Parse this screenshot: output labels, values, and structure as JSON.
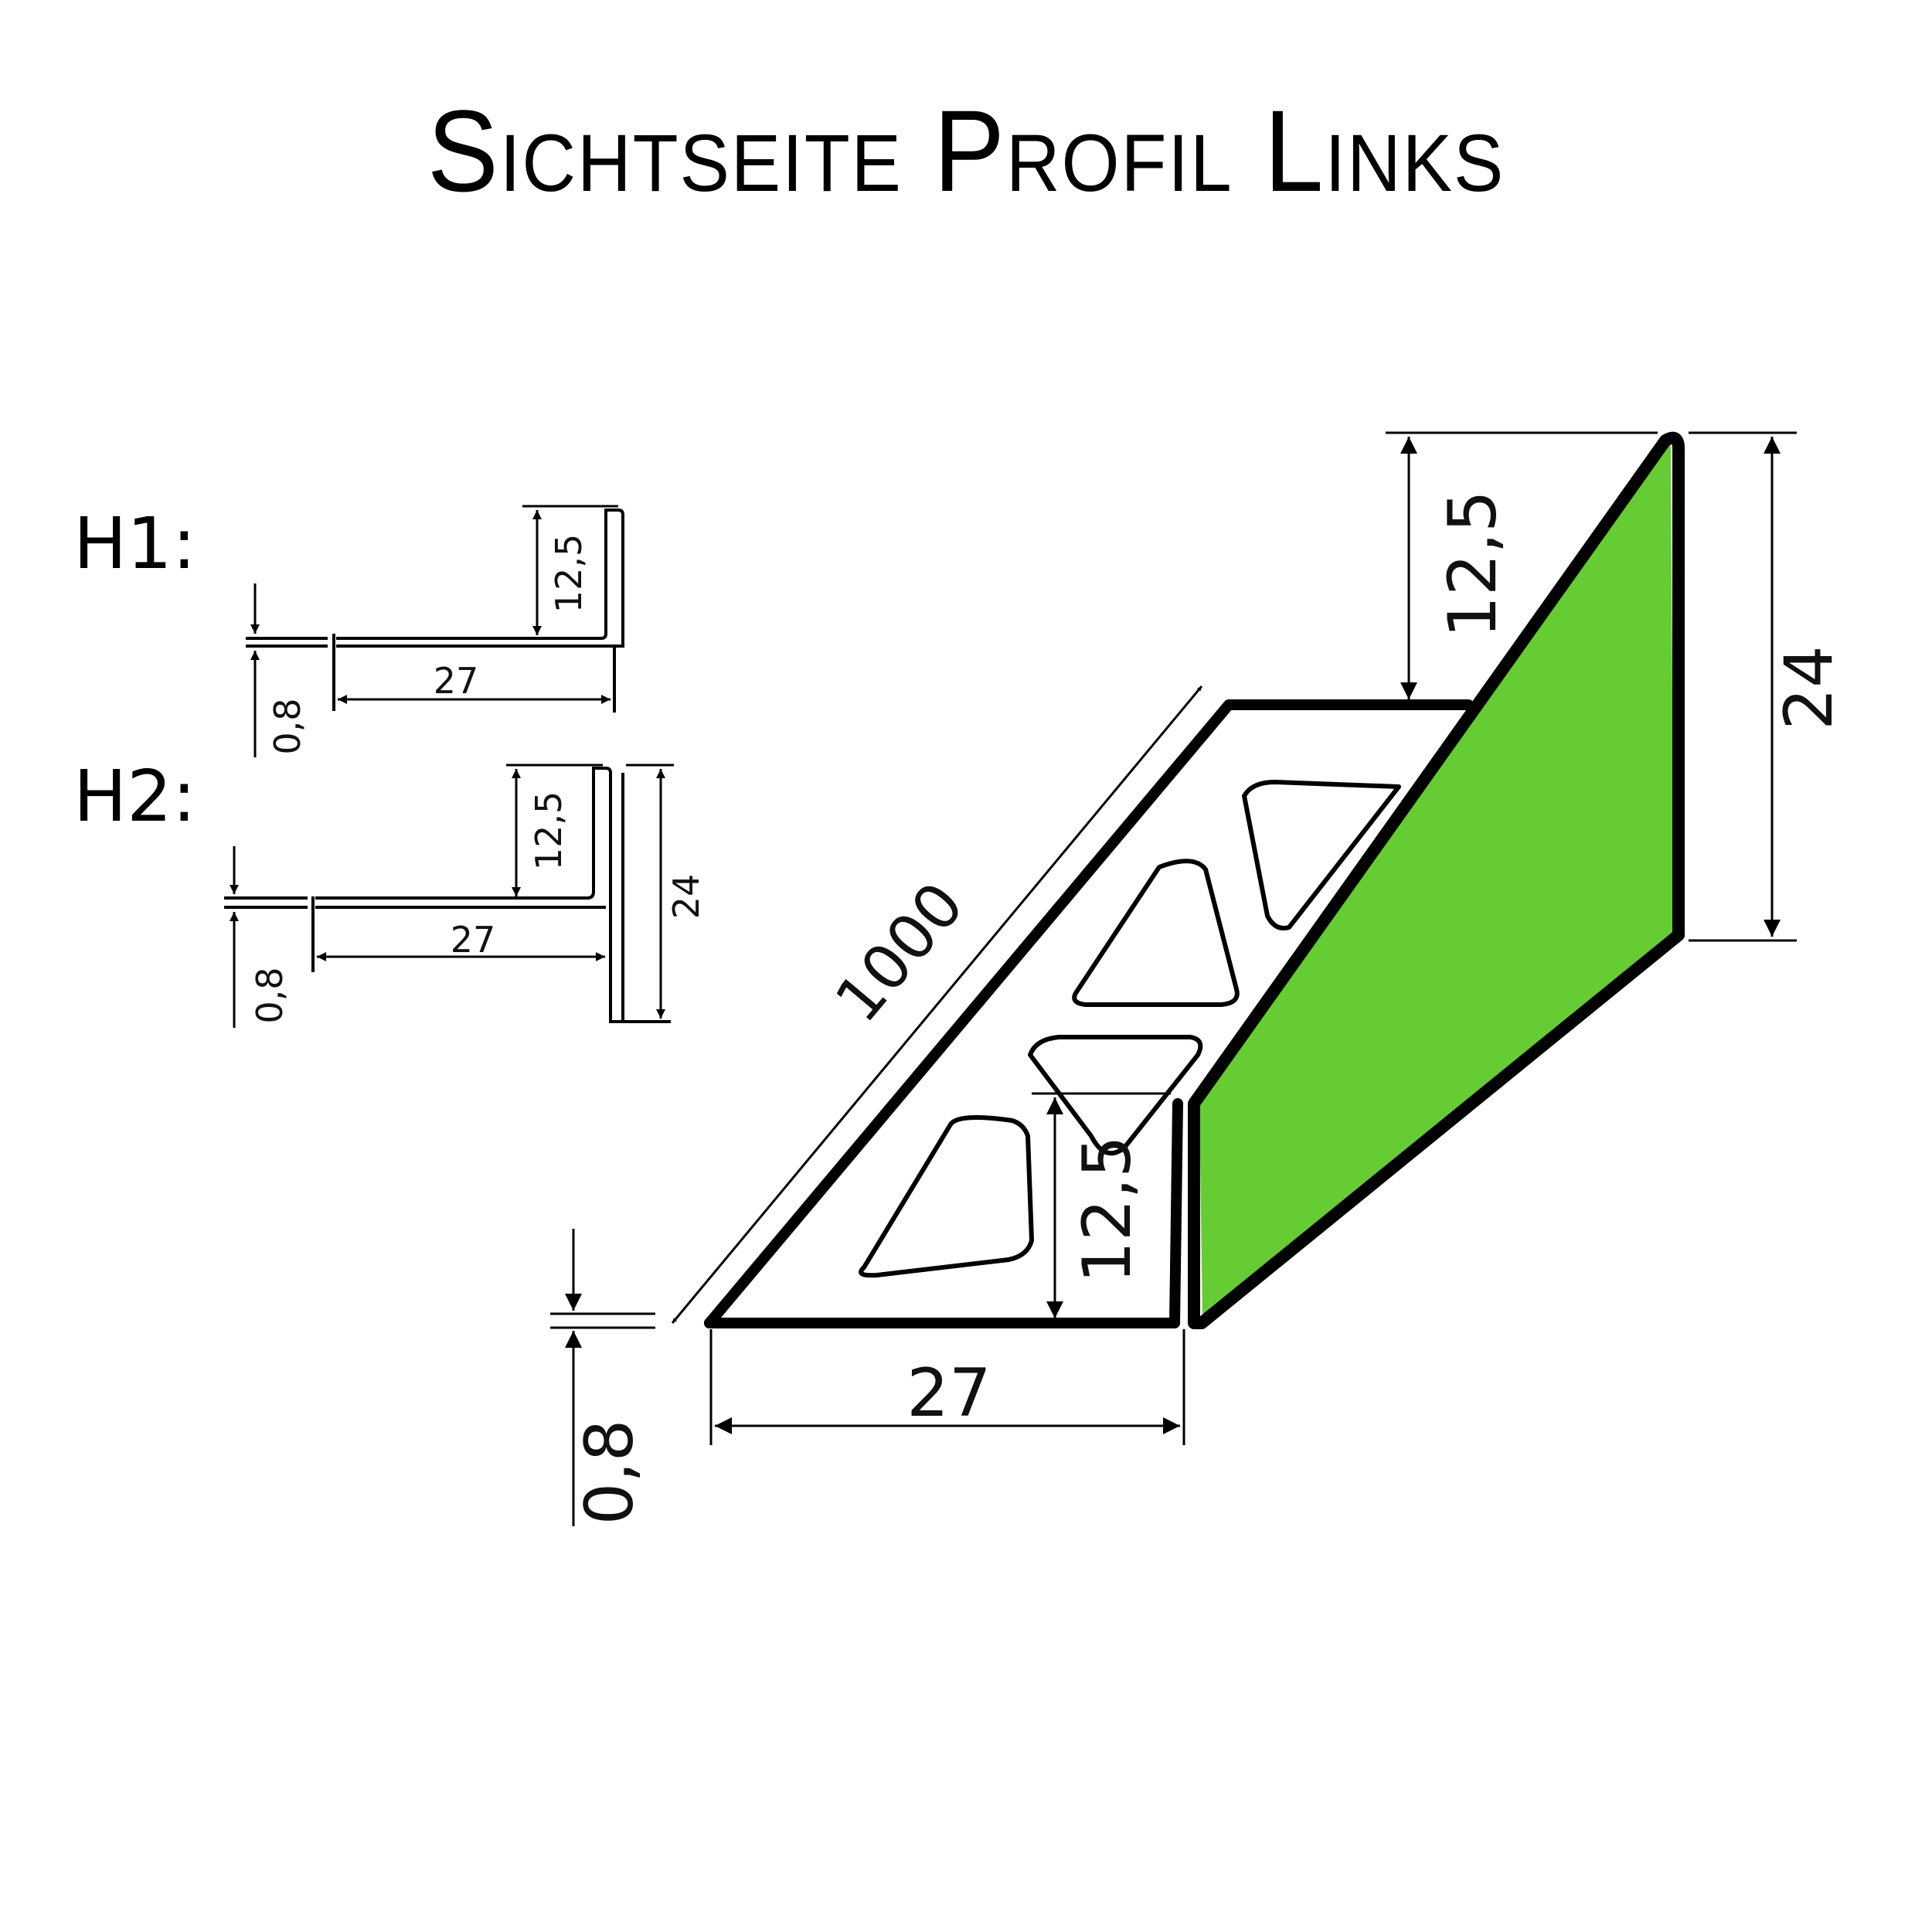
{
  "title": "Sichtseite Profil Links",
  "colors": {
    "visible_face": "#66cc33",
    "outline": "#000000",
    "background": "#ffffff"
  },
  "variants": [
    {
      "label": "H1:",
      "dimensions": {
        "thickness": "0,8",
        "width": "27",
        "height": "12,5"
      }
    },
    {
      "label": "H2:",
      "dimensions": {
        "thickness": "0,8",
        "width": "27",
        "height": "12,5",
        "total_height": "24"
      }
    }
  ],
  "main_drawing": {
    "length": "1000",
    "height_upper": "12,5",
    "height_total": "24",
    "height_inner": "12,5",
    "width": "27",
    "thickness": "0,8"
  }
}
